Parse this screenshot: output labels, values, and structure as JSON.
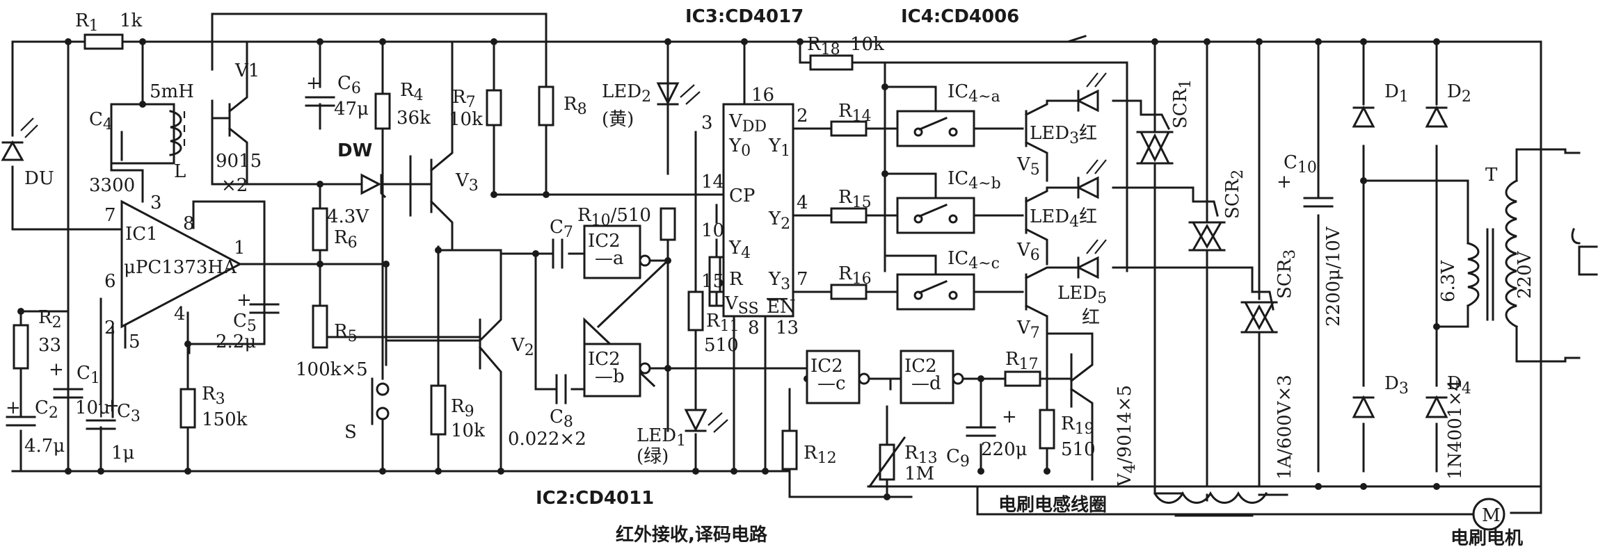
{
  "labels": {
    "r1": "R",
    "r1_sub": "1",
    "r1_val": "1k",
    "l_val": "5mH",
    "l_name": "L",
    "c4": "C",
    "c4_sub": "4",
    "c4_val": "3300",
    "du": "DU",
    "ic1": "IC1",
    "ic1_part": "μPC1373HA",
    "ic1_p7": "7",
    "ic1_p3": "3",
    "ic1_p8": "8",
    "ic1_p1": "1",
    "ic1_p6": "6",
    "ic1_p4": "4",
    "ic1_p2": "2",
    "ic1_p5": "5",
    "r2": "R",
    "r2_sub": "2",
    "r2_val": "33",
    "c1": "C",
    "c1_sub": "1",
    "c1_val": "10μ",
    "c2": "C",
    "c2_sub": "2",
    "c2_val": "4.7μ",
    "c3": "C",
    "c3_sub": "3",
    "c3_val": "1μ",
    "r3": "R",
    "r3_sub": "3",
    "r3_val": "150k",
    "c5": "C",
    "c5_sub": "5",
    "c5_val": "2.2μ",
    "v1": "V1",
    "v1_part": "9015",
    "v1_count": "×2",
    "c6": "C",
    "c6_sub": "6",
    "c6_val": "47μ",
    "dw": "DW",
    "dw_val": "4.3V",
    "r4": "R",
    "r4_sub": "4",
    "r4_val": "36k",
    "r6": "R",
    "r6_sub": "6",
    "r5": "R",
    "r5_sub": "5",
    "r5_val": "100k×5",
    "v3": "V",
    "v3_sub": "3",
    "v2": "V",
    "v2_sub": "2",
    "s": "S",
    "r7": "R",
    "r7_sub": "7",
    "r7_val": "10k",
    "r8": "R",
    "r8_sub": "8",
    "r9": "R",
    "r9_sub": "9",
    "r9_val": "10k",
    "c7": "C",
    "c7_sub": "7",
    "c8": "C",
    "c8_sub": "8",
    "c8_val": "0.022×2",
    "r10": "R",
    "r10_sub": "10",
    "r10_val": "/510",
    "r11": "R",
    "r11_sub": "11",
    "r11_val": "510",
    "led2": "LED",
    "led2_sub": "2",
    "led2_color": "(黄)",
    "led1": "LED",
    "led1_sub": "1",
    "led1_color": "(绿)",
    "ic2a": "IC2",
    "ic2a_unit": "—a",
    "ic2b": "IC2",
    "ic2b_unit": "—b",
    "ic2c": "IC2",
    "ic2c_unit": "—c",
    "ic2d": "IC2",
    "ic2d_unit": "—d",
    "ic2_caption": "IC2:CD4011",
    "ic3_caption": "IC3:CD4017",
    "ic4_caption": "IC4:CD4006",
    "ic3_p16": "16",
    "ic3_p3": "3",
    "ic3_p14": "14",
    "ic3_p10": "10",
    "ic3_p15": "15",
    "ic3_p8": "8",
    "ic3_p13": "13",
    "ic3_vdd": "V",
    "ic3_vdd_sub": "DD",
    "ic3_y0": "Y",
    "ic3_y0_sub": "0",
    "ic3_y1": "Y",
    "ic3_y1_sub": "1",
    "ic3_cp": "CP",
    "ic3_y2": "Y",
    "ic3_y2_sub": "2",
    "ic3_y4": "Y",
    "ic3_y4_sub": "4",
    "ic3_r": "R",
    "ic3_y3": "Y",
    "ic3_y3_sub": "3",
    "ic3_vss": "V",
    "ic3_vss_sub": "SS",
    "ic3_en": "EN",
    "pin2": "2",
    "pin4": "4",
    "pin7": "7",
    "r18": "R",
    "r18_sub": "18",
    "r18_val": "10k",
    "r14": "R",
    "r14_sub": "14",
    "r15": "R",
    "r15_sub": "15",
    "r16": "R",
    "r16_sub": "16",
    "r17": "R",
    "r17_sub": "17",
    "r12": "R",
    "r12_sub": "12",
    "r13": "R",
    "r13_sub": "13",
    "r13_val": "1M",
    "c9": "C",
    "c9_sub": "9",
    "c9_val": "220μ",
    "r19": "R",
    "r19_sub": "19",
    "r19_val": "510",
    "ic4a": "IC",
    "ic4a_unit": "4~a",
    "ic4b": "IC",
    "ic4b_unit": "4~b",
    "ic4c": "IC",
    "ic4c_unit": "4~c",
    "led3": "LED",
    "led3_sub": "3",
    "led3_color": "红",
    "led4": "LED",
    "led4_sub": "4",
    "led4_color": "红",
    "led5": "LED",
    "led5_sub": "5",
    "led5_color": "红",
    "v5": "V",
    "v5_sub": "5",
    "v6": "V",
    "v6_sub": "6",
    "v7": "V",
    "v7_sub": "7",
    "v4": "V",
    "v4_sub": "4",
    "v4_val": "/9014×5",
    "scr1": "SCR",
    "scr1_sub": "1",
    "scr2": "SCR",
    "scr2_sub": "2",
    "scr3": "SCR",
    "scr3_sub": "3",
    "scr_val": "1A/600V×3",
    "c10": "C",
    "c10_sub": "10",
    "c10_val": "2200μ/10V",
    "d1": "D",
    "d1_sub": "1",
    "d2": "D",
    "d2_sub": "2",
    "d3": "D",
    "d3_sub": "3",
    "d4": "D",
    "d4_sub": "4",
    "d_val": "1N4001×4",
    "t": "T",
    "t_sec": "6.3V",
    "t_pri": "220V",
    "m": "M",
    "coil_caption": "电刷电感线圈",
    "motor_caption": "电刷电机",
    "main_caption": "红外接收,译码电路"
  }
}
